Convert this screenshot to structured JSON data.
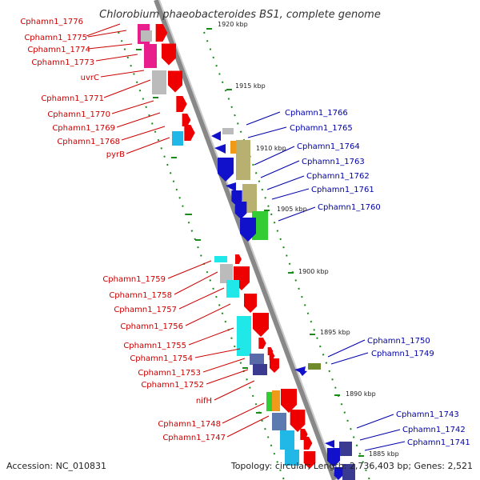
{
  "title": "Chlorobium phaeobacteroides BS1, complete genome",
  "accession": "Accession: NC_010831",
  "summary": "Topology: circular; Length: 2,736,403 bp; Genes: 2,521",
  "ticks": [
    "1920 kbp",
    "1915 kbp",
    "1910 kbp",
    "1905 kbp",
    "1900 kbp",
    "1895 kbp",
    "1890 kbp",
    "1885 kbp"
  ],
  "left_labels": [
    "Cphamn1_1776",
    "Cphamn1_1775",
    "Cphamn1_1774",
    "Cphamn1_1773",
    "uvrC",
    "Cphamn1_1771",
    "Cphamn1_1770",
    "Cphamn1_1769",
    "Cphamn1_1768",
    "pyrB",
    "Cphamn1_1759",
    "Cphamn1_1758",
    "Cphamn1_1757",
    "Cphamn1_1756",
    "Cphamn1_1755",
    "Cphamn1_1754",
    "Cphamn1_1753",
    "Cphamn1_1752",
    "nifH",
    "Cphamn1_1748",
    "Cphamn1_1747"
  ],
  "right_labels": [
    "Cphamn1_1766",
    "Cphamn1_1765",
    "Cphamn1_1764",
    "Cphamn1_1763",
    "Cphamn1_1762",
    "Cphamn1_1761",
    "Cphamn1_1760",
    "Cphamn1_1750",
    "Cphamn1_1749",
    "Cphamn1_1743",
    "Cphamn1_1742",
    "Cphamn1_1741"
  ],
  "colors": {
    "forward_arrow": "#ee0000",
    "reverse_arrow": "#1111cc",
    "left_label": "#cc0000",
    "right_label": "#0000aa",
    "backbone": "#777777",
    "tick": "#1a8a1a"
  }
}
